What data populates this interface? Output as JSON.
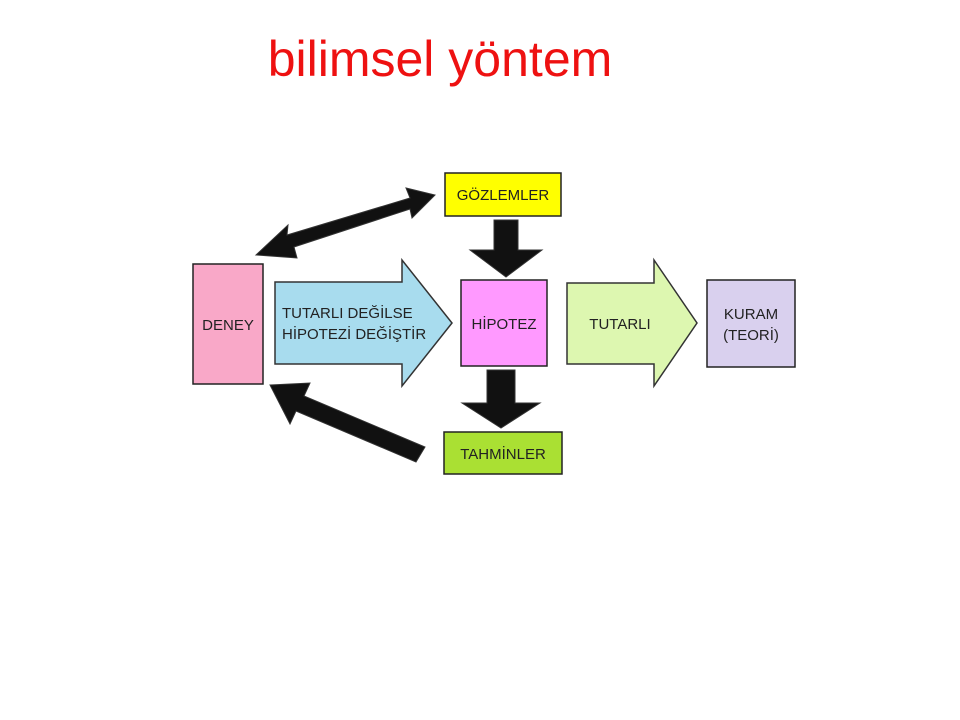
{
  "title": "bilimsel yöntem",
  "nodes": {
    "gozlemler": "GÖZLEMLER",
    "deney": "DENEY",
    "hipotez": "HİPOTEZ",
    "kuram_line1": "KURAM",
    "kuram_line2": "(TEORİ)",
    "tahminler": "TAHMİNLER"
  },
  "arrows": {
    "change_line1": "TUTARLI DEĞİLSE",
    "change_line2": "HİPOTEZİ DEĞİŞTİR",
    "consistent": "TUTARLI"
  },
  "colors": {
    "title": "#ee1111",
    "gozlemler": "#ffff00",
    "deney": "#f9a8c8",
    "change_arrow": "#a8dcee",
    "hipotez": "#ff99ff",
    "consistent_arrow": "#ddf7b0",
    "kuram": "#d9d0ee",
    "tahminler": "#aae033"
  }
}
